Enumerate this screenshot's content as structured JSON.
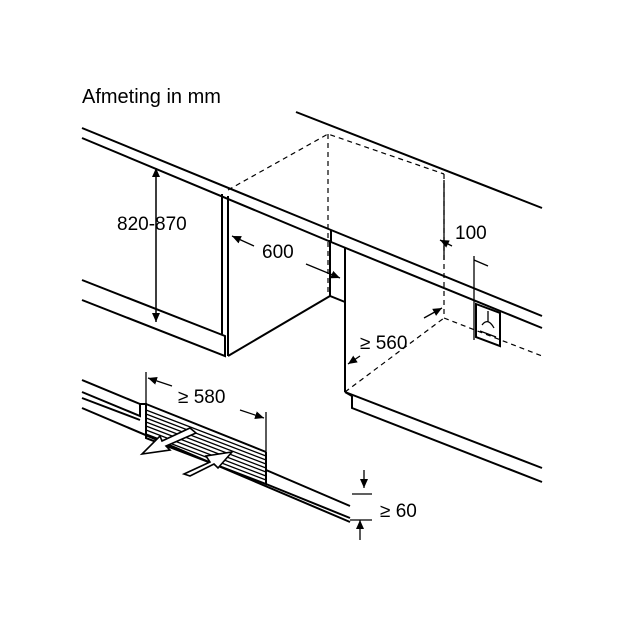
{
  "diagram": {
    "title": "Afmeting in mm",
    "dimensions": {
      "niche_height": "820-870",
      "niche_depth": "600",
      "rear_clearance": "100",
      "niche_width": "≥ 560",
      "ventilation_width": "≥ 580",
      "plinth_height": "≥ 60"
    },
    "symbols": [
      "power-socket-icon",
      "airflow-out-arrow-icon",
      "airflow-in-arrow-icon"
    ]
  }
}
